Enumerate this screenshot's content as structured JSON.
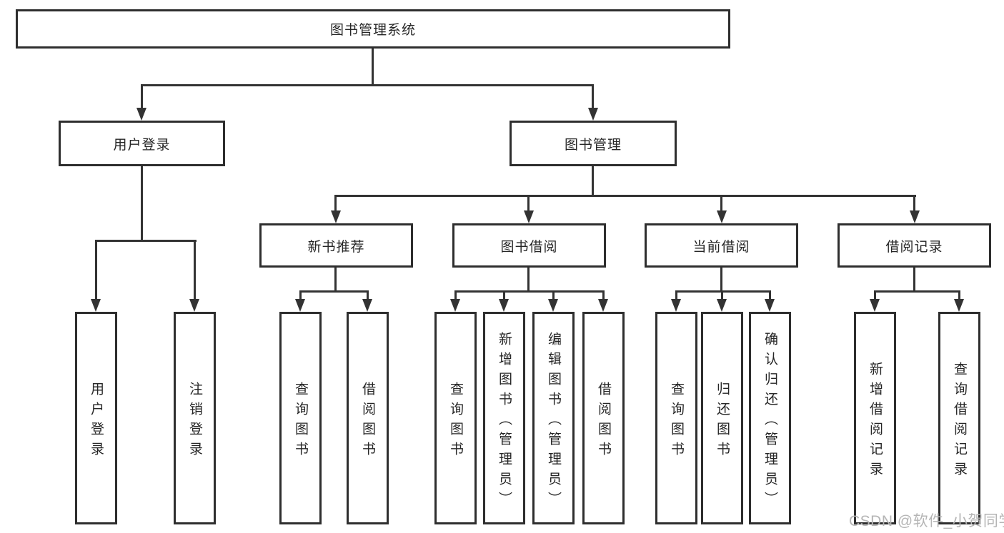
{
  "colors": {
    "line": "#333333",
    "border": "#2e2e2e",
    "text": "#262626",
    "background": "#ffffff",
    "watermark": "#b5b5b5"
  },
  "watermark": {
    "text": "CSDN @软件_小贺同学"
  },
  "tree": {
    "label": "图书管理系统",
    "children": [
      {
        "label": "用户登录",
        "children": [
          {
            "label": "用户登录"
          },
          {
            "label": "注销登录"
          }
        ]
      },
      {
        "label": "图书管理",
        "children": [
          {
            "label": "新书推荐",
            "children": [
              {
                "label": "查询图书"
              },
              {
                "label": "借阅图书"
              }
            ]
          },
          {
            "label": "图书借阅",
            "children": [
              {
                "label": "查询图书"
              },
              {
                "label": "新增图书（管理员）"
              },
              {
                "label": "编辑图书（管理员）"
              },
              {
                "label": "借阅图书"
              }
            ]
          },
          {
            "label": "当前借阅",
            "children": [
              {
                "label": "查询图书"
              },
              {
                "label": "归还图书"
              },
              {
                "label": "确认归还（管理员）"
              }
            ]
          },
          {
            "label": "借阅记录",
            "children": [
              {
                "label": "新增借阅记录"
              },
              {
                "label": "查询借阅记录"
              }
            ]
          }
        ]
      }
    ]
  }
}
